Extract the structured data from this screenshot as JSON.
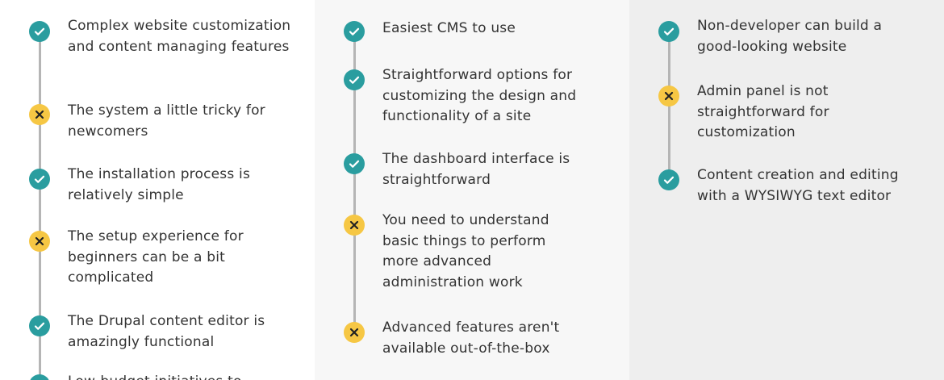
{
  "colors": {
    "pro": "#2a9d9f",
    "con": "#f6c744"
  },
  "columns": [
    {
      "items": [
        {
          "type": "pro",
          "text": "Complex website customization and content managing features"
        },
        {
          "type": "con",
          "text": "The system a little tricky for newcomers"
        },
        {
          "type": "pro",
          "text": "The installation process is relatively simple"
        },
        {
          "type": "con",
          "text": "The setup experience for beginners can be a bit complicated"
        },
        {
          "type": "pro",
          "text": "The Drupal content editor is amazingly functional"
        },
        {
          "type": "pro",
          "text": "Low-budget initiatives to"
        }
      ]
    },
    {
      "items": [
        {
          "type": "pro",
          "text": "Easiest CMS to use"
        },
        {
          "type": "pro",
          "text": "Straightforward options for customizing the design and functionality of a site"
        },
        {
          "type": "pro",
          "text": "The dashboard interface is straightforward"
        },
        {
          "type": "con",
          "text": "You need to understand basic things to perform more advanced administration work"
        },
        {
          "type": "con",
          "text": "Advanced features aren't available out-of-the-box"
        }
      ]
    },
    {
      "items": [
        {
          "type": "pro",
          "text": "Non-developer can build a good-looking website"
        },
        {
          "type": "con",
          "text": "Admin panel is not straightforward for customization"
        },
        {
          "type": "pro",
          "text": "Content creation and editing with a WYSIWYG text editor"
        }
      ]
    }
  ]
}
